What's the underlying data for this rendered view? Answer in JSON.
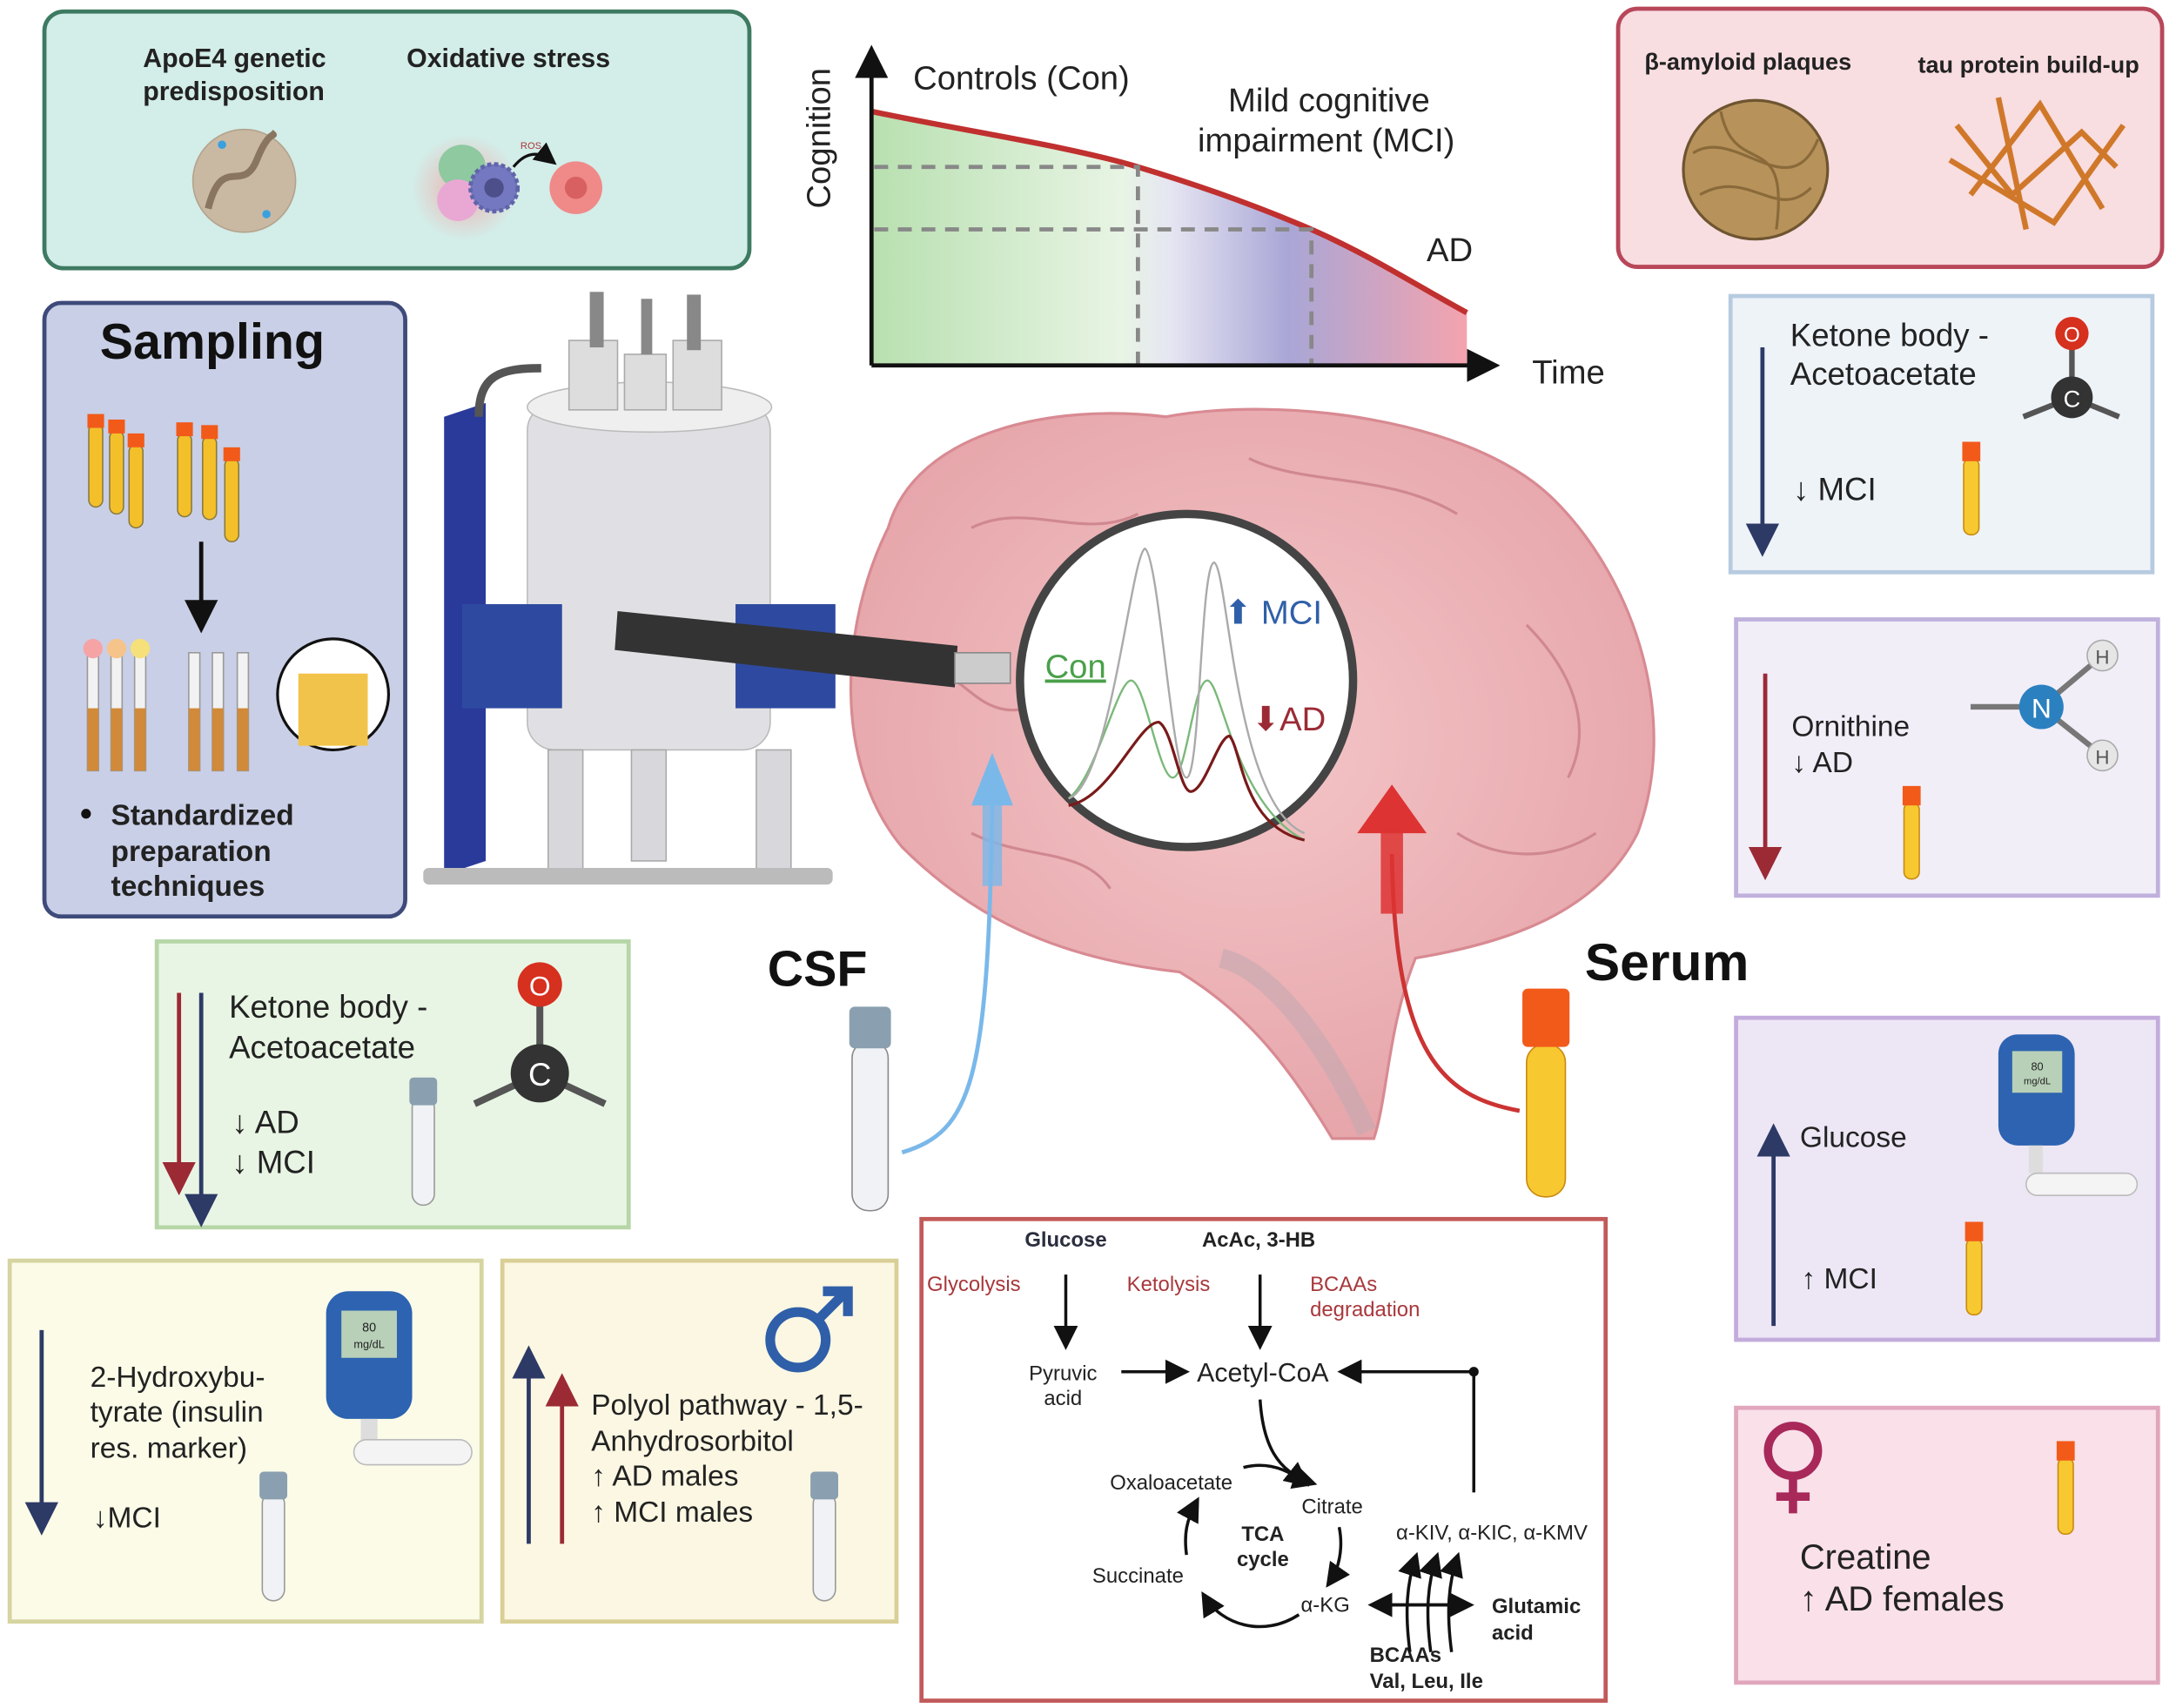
{
  "risk_factors": {
    "apoe4_line1": "ApoE4 genetic",
    "apoe4_line2": "predisposition",
    "oxidative": "Oxidative stress",
    "ros": "ROS"
  },
  "cognition_chart": {
    "ylabel": "Cognition",
    "xlabel": "Time",
    "controls": "Controls (Con)",
    "mci_line1": "Mild cognitive",
    "mci_line2": "impairment (MCI)",
    "ad": "AD"
  },
  "pathology": {
    "amyloid": "β-amyloid plaques",
    "tau": "tau protein build-up"
  },
  "sampling": {
    "title": "Sampling",
    "bullet_line1": "Standardized",
    "bullet_line2": "preparation",
    "bullet_line3": "techniques"
  },
  "magnifier": {
    "con": "Con",
    "mci": "⬆ MCI",
    "ad": "⬇AD"
  },
  "labels": {
    "csf": "CSF",
    "serum": "Serum"
  },
  "serum_findings": {
    "ketone": {
      "line1": "Ketone body -",
      "line2": "Acetoacetate",
      "change": "↓ MCI",
      "atom_o": "O",
      "atom_c": "C"
    },
    "ornithine": {
      "line1": "Ornithine",
      "change": "↓ AD",
      "atom_n": "N",
      "atom_h1": "H",
      "atom_h2": "H"
    },
    "glucose": {
      "line1": "Glucose",
      "change": "↑ MCI",
      "meter_value": "80",
      "meter_unit": "mg/dL"
    },
    "creatine": {
      "line1": "Creatine",
      "change": "↑ AD females"
    }
  },
  "csf_findings": {
    "ketone": {
      "line1": "Ketone body -",
      "line2": "Acetoacetate",
      "change1": "↓ AD",
      "change2": "↓ MCI",
      "atom_o": "O",
      "atom_c": "C"
    },
    "hydroxybutyrate": {
      "line1": "2-Hydroxybu-",
      "line2": "tyrate (insulin",
      "line3": "res. marker)",
      "change": "↓MCI",
      "meter_value": "80",
      "meter_unit": "mg/dL"
    },
    "polyol": {
      "line1": "Polyol pathway - 1,5-",
      "line2": "Anhydrosorbitol",
      "change1": "↑ AD males",
      "change2": "↑ MCI males"
    }
  },
  "pathway": {
    "glucose": "Glucose",
    "acac": "AcAc, 3-HB",
    "glycolysis": "Glycolysis",
    "ketolysis": "Ketolysis",
    "bcaa_deg1": "BCAAs",
    "bcaa_deg2": "degradation",
    "pyruvic1": "Pyruvic",
    "pyruvic2": "acid",
    "acetyl_coa": "Acetyl-CoA",
    "oxaloacetate": "Oxaloacetate",
    "citrate": "Citrate",
    "tca1": "TCA",
    "tca2": "cycle",
    "succinate": "Succinate",
    "akg": "α-KG",
    "keto_acids": "α-KIV, α-KIC, α-KMV",
    "glutamic1": "Glutamic",
    "glutamic2": "acid",
    "bcaas1": "BCAAs",
    "bcaas2": "Val, Leu, Ile"
  },
  "colors": {
    "accent_red": "#a8383c",
    "accent_blue": "#2f5fa8",
    "con_green": "#4aa04a",
    "arrow_navy": "#2d3a66",
    "arrow_darkred": "#9b2a35"
  }
}
